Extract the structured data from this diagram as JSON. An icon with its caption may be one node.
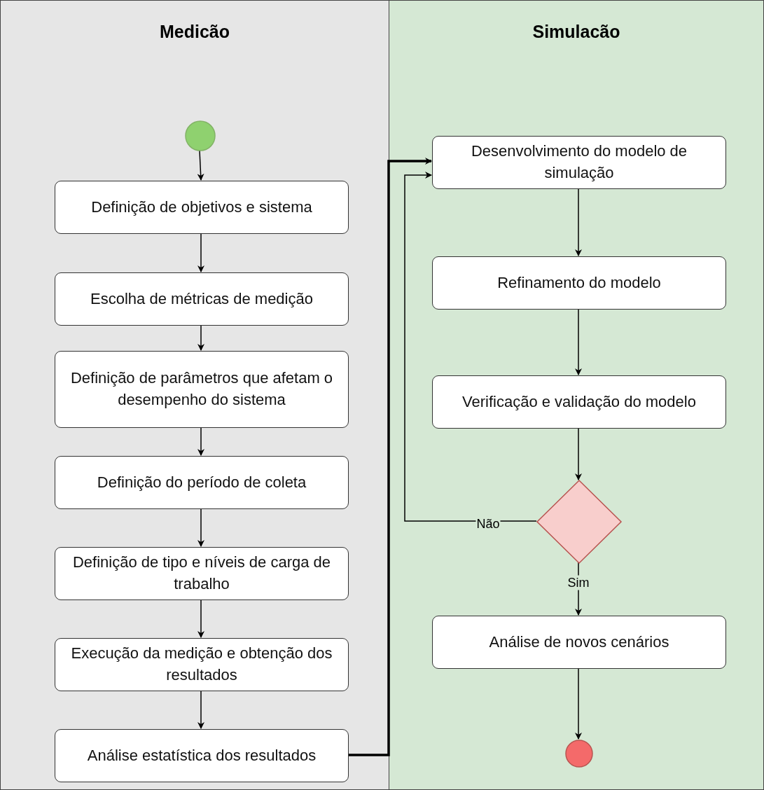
{
  "diagram": {
    "nodes": [
      {
        "text": [
          "Medicão"
        ]
      },
      {
        "text": [
          "Simulacão"
        ]
      },
      {
        "text": [],
        "shape": "circle",
        "in": 0
      },
      {
        "text": [
          "Definição de objetivos e sistema"
        ],
        "in": 0
      },
      {
        "text": [
          "Escolha de métricas de medição"
        ],
        "in": 0
      },
      {
        "text": [
          "Definição de parâmetros que afetam o desempenho do sistema"
        ],
        "in": 0
      },
      {
        "text": [
          "Definição do período de coleta"
        ],
        "in": 0
      },
      {
        "text": [
          "Definição de tipo e níveis de carga de trabalho"
        ],
        "in": 0
      },
      {
        "text": [
          "Execução da medição e obtenção dos resultados"
        ],
        "in": 0
      },
      {
        "text": [
          "Análise estatística dos resultados"
        ],
        "in": 0
      },
      {
        "text": [
          "Desenvolvimento do modelo de simulação"
        ],
        "in": 1
      },
      {
        "text": [
          "Refinamento do modelo"
        ],
        "in": 1
      },
      {
        "text": [
          "Verificação e validação do modelo"
        ],
        "in": 1
      },
      {
        "text": [],
        "shape": "diamond",
        "in": 1
      },
      {
        "text": [
          "Análise de novos cenários"
        ],
        "in": 1
      },
      {
        "text": [],
        "shape": "circle",
        "in": 1
      }
    ],
    "edges": [
      {
        "from": 2,
        "to": 3,
        "arrow": "to"
      },
      {
        "from": 3,
        "to": 4,
        "arrow": "to"
      },
      {
        "from": 4,
        "to": 5,
        "arrow": "to"
      },
      {
        "from": 5,
        "to": 6,
        "arrow": "to"
      },
      {
        "from": 6,
        "to": 7,
        "arrow": "to"
      },
      {
        "from": 7,
        "to": 8,
        "arrow": "to"
      },
      {
        "from": 8,
        "to": 9,
        "arrow": "to"
      },
      {
        "from": 9,
        "to": 10,
        "arrow": "to",
        "style": "thick"
      },
      {
        "from": 10,
        "to": 11,
        "arrow": "to"
      },
      {
        "from": 11,
        "to": 12,
        "arrow": "to"
      },
      {
        "from": 12,
        "to": 13,
        "arrow": "to"
      },
      {
        "from": 13,
        "to": 10,
        "arrow": "to",
        "label": "Não"
      },
      {
        "from": 13,
        "to": 14,
        "arrow": "to",
        "label": "Sim"
      },
      {
        "from": 14,
        "to": 15,
        "arrow": "to"
      }
    ]
  }
}
